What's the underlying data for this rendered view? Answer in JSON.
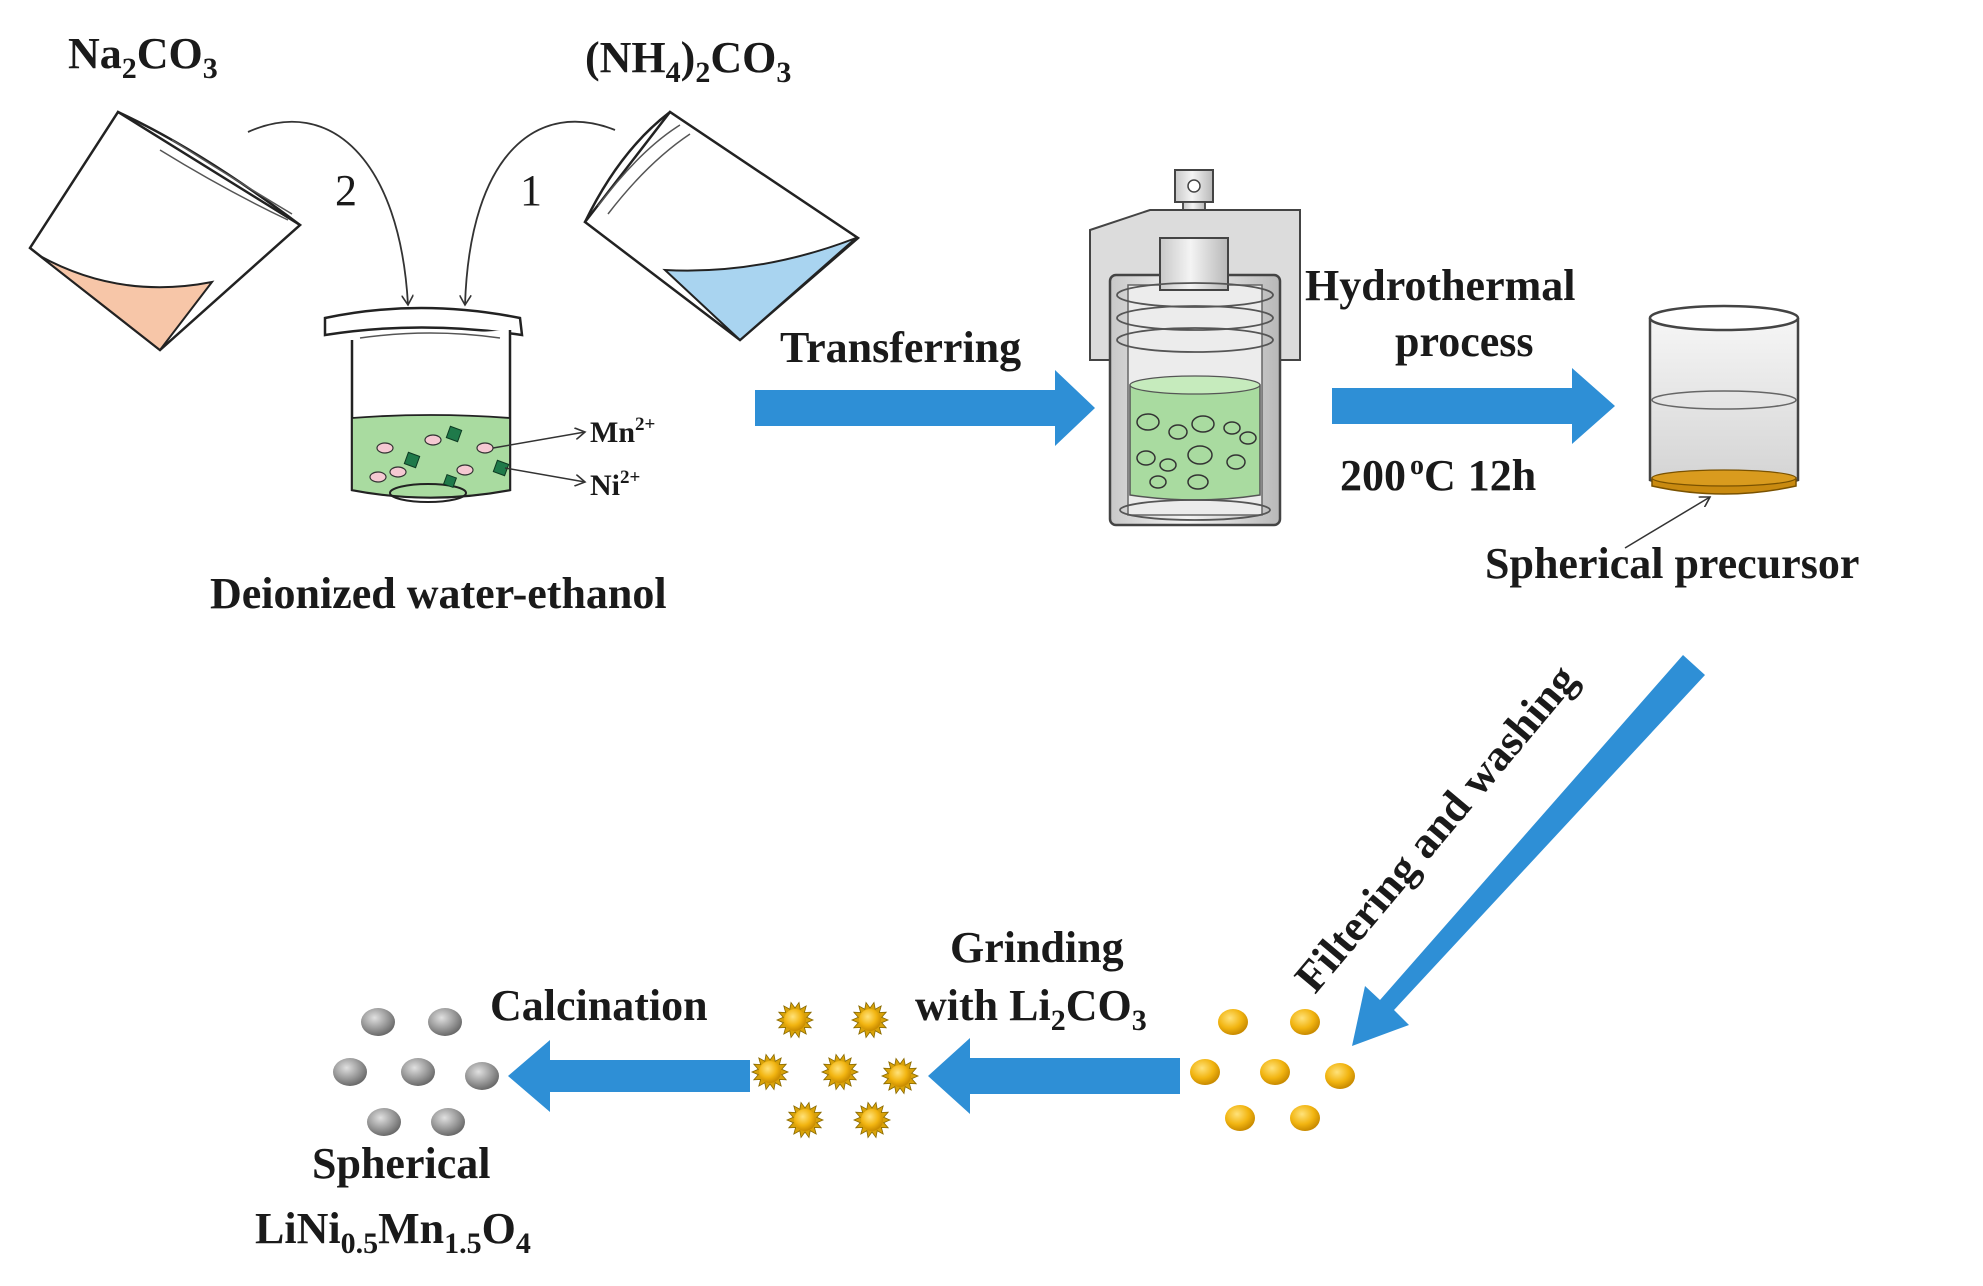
{
  "reagents": {
    "na2co3": {
      "base": "Na",
      "sub1": "2",
      "mid": "CO",
      "sub2": "3"
    },
    "nh4co3": {
      "open": "(NH",
      "sub1": "4",
      "close": ")",
      "sub2": "2",
      "mid": "CO",
      "sub3": "3"
    }
  },
  "step_numbers": {
    "first": "1",
    "second": "2"
  },
  "ions": {
    "mn": {
      "base": "Mn",
      "sup": "2+"
    },
    "ni": {
      "base": "Ni",
      "sup": "2+"
    }
  },
  "solvent_label": "Deionized water-ethanol",
  "steps": {
    "transfer": "Transferring",
    "hydrothermal_line1": "Hydrothermal",
    "hydrothermal_line2": "process",
    "conditions": {
      "temp": "200",
      "unit_sup": "o",
      "unit": "C",
      "time": "12h"
    },
    "filtering": "Filtering and washing",
    "grinding_line1": "Grinding",
    "grinding_line2": {
      "prefix": "with Li",
      "sub1": "2",
      "mid": "CO",
      "sub2": "3"
    },
    "calcination": "Calcination"
  },
  "precursor_label": "Spherical precursor",
  "product": {
    "line1": "Spherical",
    "formula": {
      "a": "LiNi",
      "s1": "0.5",
      "b": "Mn",
      "s2": "1.5",
      "c": "O",
      "s3": "4"
    }
  },
  "colors": {
    "arrow_blue": "#2e8fd6",
    "orange_solution": "#f7c6a8",
    "blue_solution": "#a9d4f0",
    "green_solution": "#a9dba0",
    "precursor_brown": "#c98a10",
    "gold_particle": "#f2b511",
    "gray_particle": "#9a9a9a"
  }
}
